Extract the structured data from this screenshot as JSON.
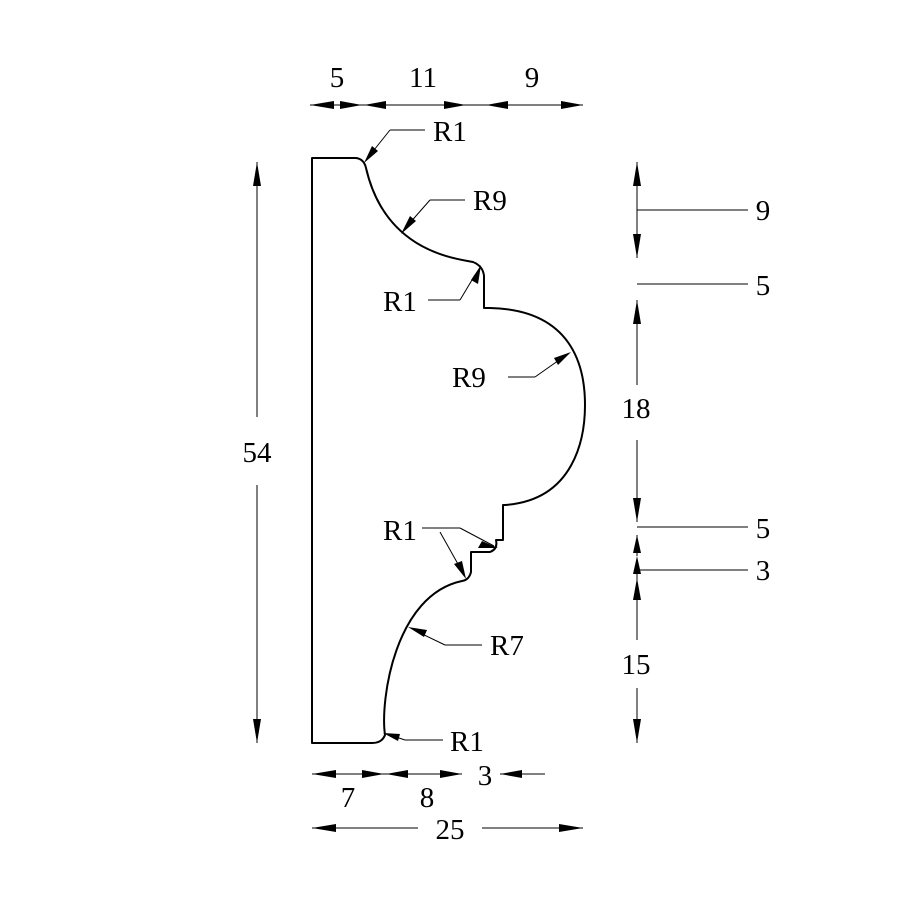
{
  "top_dimensions": [
    "5",
    "11",
    "9"
  ],
  "bottom_dimensions": [
    "7",
    "8",
    "3"
  ],
  "overall_width": "25",
  "overall_height": "54",
  "right_dimensions": [
    "9",
    "5",
    "18",
    "5",
    "3",
    "15"
  ],
  "radius_labels": {
    "top_corner": "R1",
    "upper_cove": "R9",
    "upper_step": "R1",
    "bead": "R9",
    "lower_steps": "R1",
    "lower_cove": "R7",
    "bottom_corner": "R1"
  }
}
